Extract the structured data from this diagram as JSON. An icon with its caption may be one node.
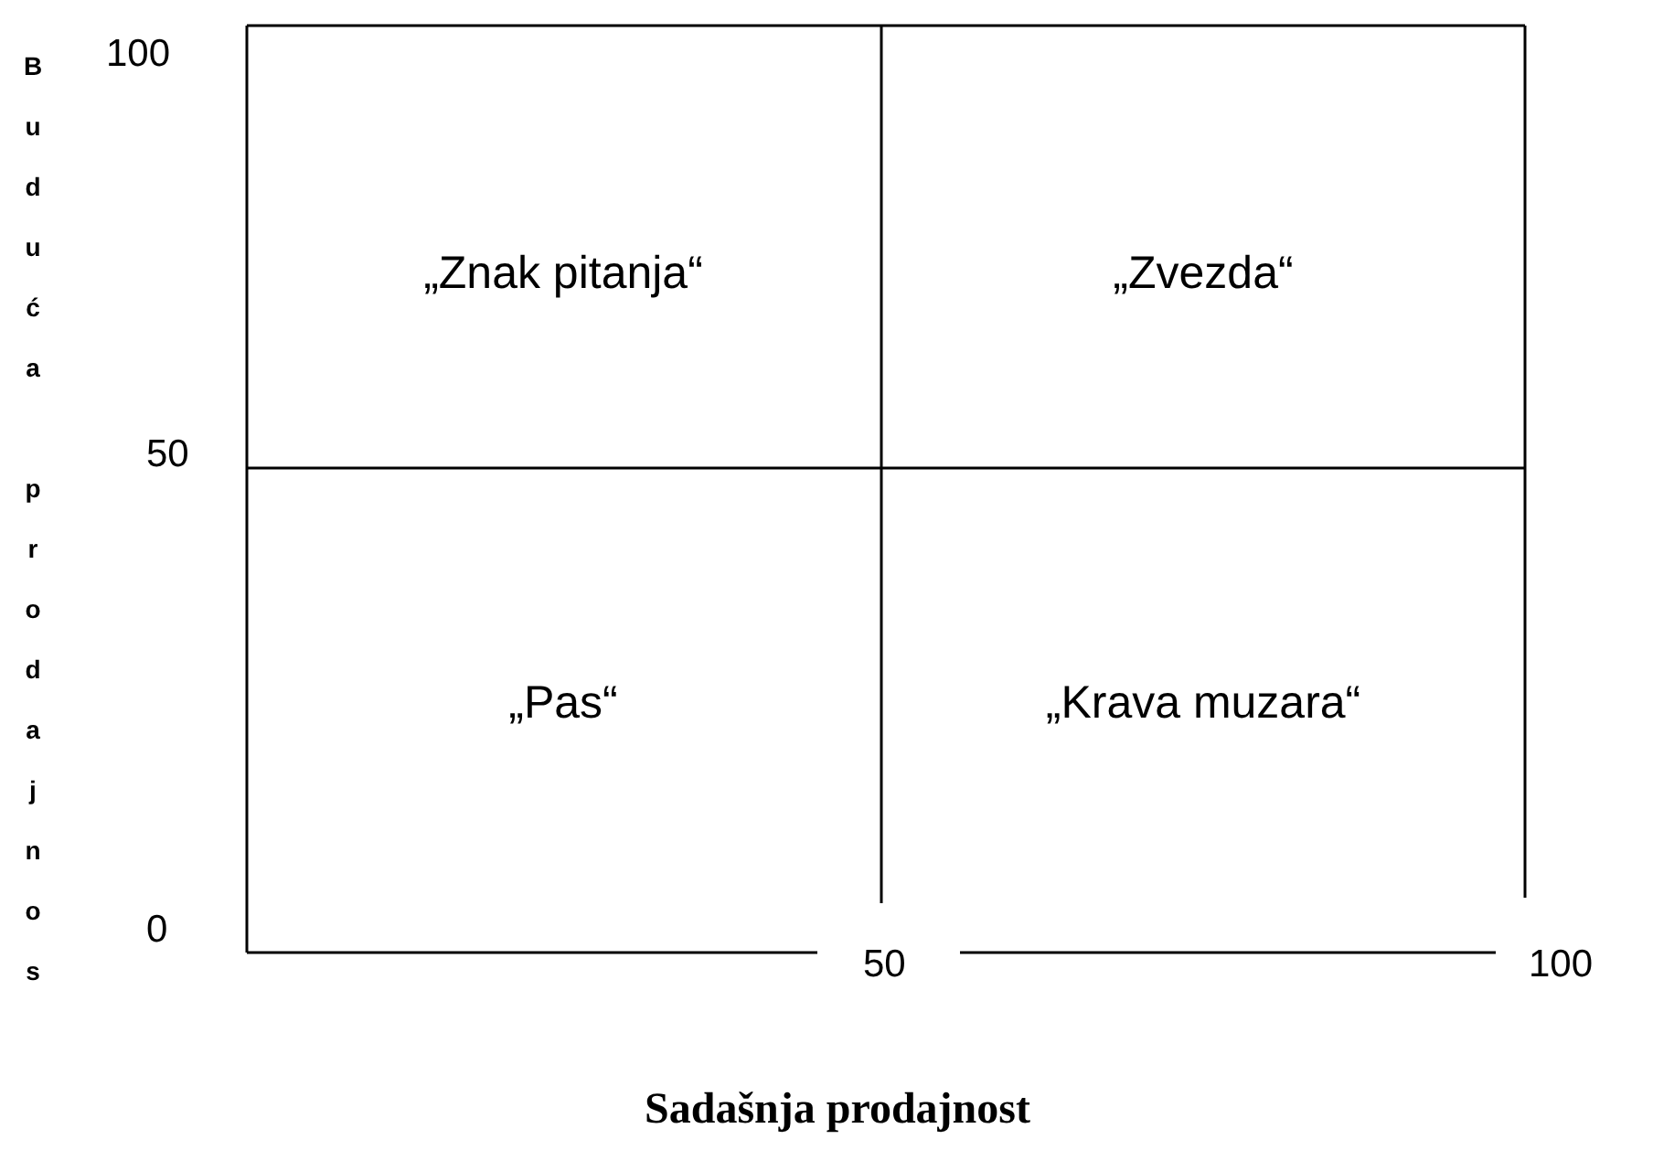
{
  "diagram": {
    "nodes": [
      {
        "text": [
          "„Znak pitanja“"
        ]
      },
      {
        "text": [
          "„Zvezda“"
        ]
      },
      {
        "text": [
          "„Pas“"
        ]
      },
      {
        "text": [
          "„Krava muzara“"
        ]
      }
    ],
    "labels": [
      "Buduća prodajnos",
      "100",
      "50",
      "0",
      "50",
      "100",
      "Sadašnja prodajnost"
    ]
  }
}
